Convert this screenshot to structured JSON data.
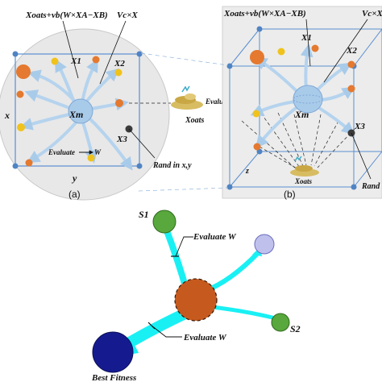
{
  "panel_a": {
    "formula": "Xoats+vb(W×XA−XB)",
    "vc_label": "Vc×X",
    "x1_label": "X1",
    "x2_label": "X2",
    "x3_label": "X3",
    "center_label": "Xm",
    "x_axis": "x",
    "y_axis": "y",
    "evaluate_label": "Evaluate",
    "evaluate_target": "W",
    "caption": "(a)",
    "rand_label": "Rand in x,y",
    "oats_label": "Xoats",
    "evaluate_oats": "Evaluate",
    "evaluate_oats_target": "W"
  },
  "panel_b": {
    "formula": "Xoats+vb(W×XA−XB)",
    "vc_label": "Vc×X",
    "x1_label": "X1",
    "x2_label": "X2",
    "x3_label": "X3",
    "center_label": "Xm",
    "oats_label": "Xoats",
    "caption": "(b)",
    "rand_label": "Rand",
    "z_label": "z"
  },
  "panel_c": {
    "s1_label": "S1",
    "s2_label": "S2",
    "evaluate_top": "Evaluate W",
    "evaluate_bottom": "Evaluate W",
    "best_label": "Best Fitness"
  },
  "colors": {
    "orange": "#e4792f",
    "yellow": "#f0c21c",
    "dark_point": "#3b3b3b",
    "arrow_light": "#b5d3ee",
    "node_fill": "#a9cbea",
    "corner": "#4f84c4",
    "cyan": "#19f0f4",
    "center_c": "#c65a1e",
    "green": "#58a83d",
    "lavender": "#bfc1ec",
    "navy": "#151b8f"
  }
}
